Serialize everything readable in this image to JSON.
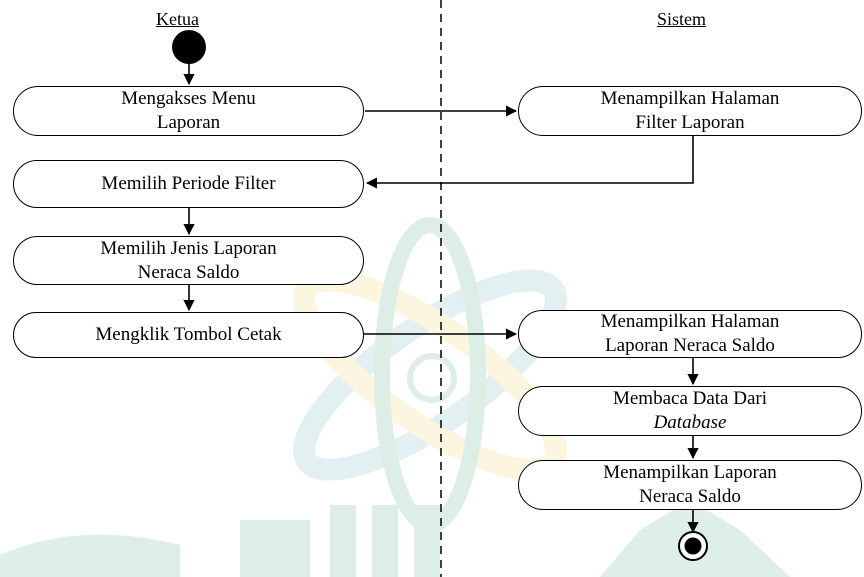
{
  "lanes": {
    "left": "Ketua",
    "right": "Sistem"
  },
  "activities": {
    "akses_menu": "Mengakses Menu\nLaporan",
    "tampil_filter": "Menampilkan Halaman\nFilter Laporan",
    "pilih_periode": "Memilih Periode Filter",
    "pilih_jenis": "Memilih Jenis Laporan\nNeraca Saldo",
    "klik_cetak": "Mengklik Tombol Cetak",
    "tampil_halaman_laporan": "Menampilkan Halaman\nLaporan Neraca Saldo",
    "baca_data_line1": "Membaca Data Dari",
    "baca_data_line2": "Database",
    "tampil_laporan": "Menampilkan Laporan\nNeraca Saldo"
  },
  "colors": {
    "stroke": "#000000",
    "watermark_green": "#2e9a62",
    "watermark_teal": "#5aa8b0",
    "watermark_yellow": "#f2c94c"
  }
}
